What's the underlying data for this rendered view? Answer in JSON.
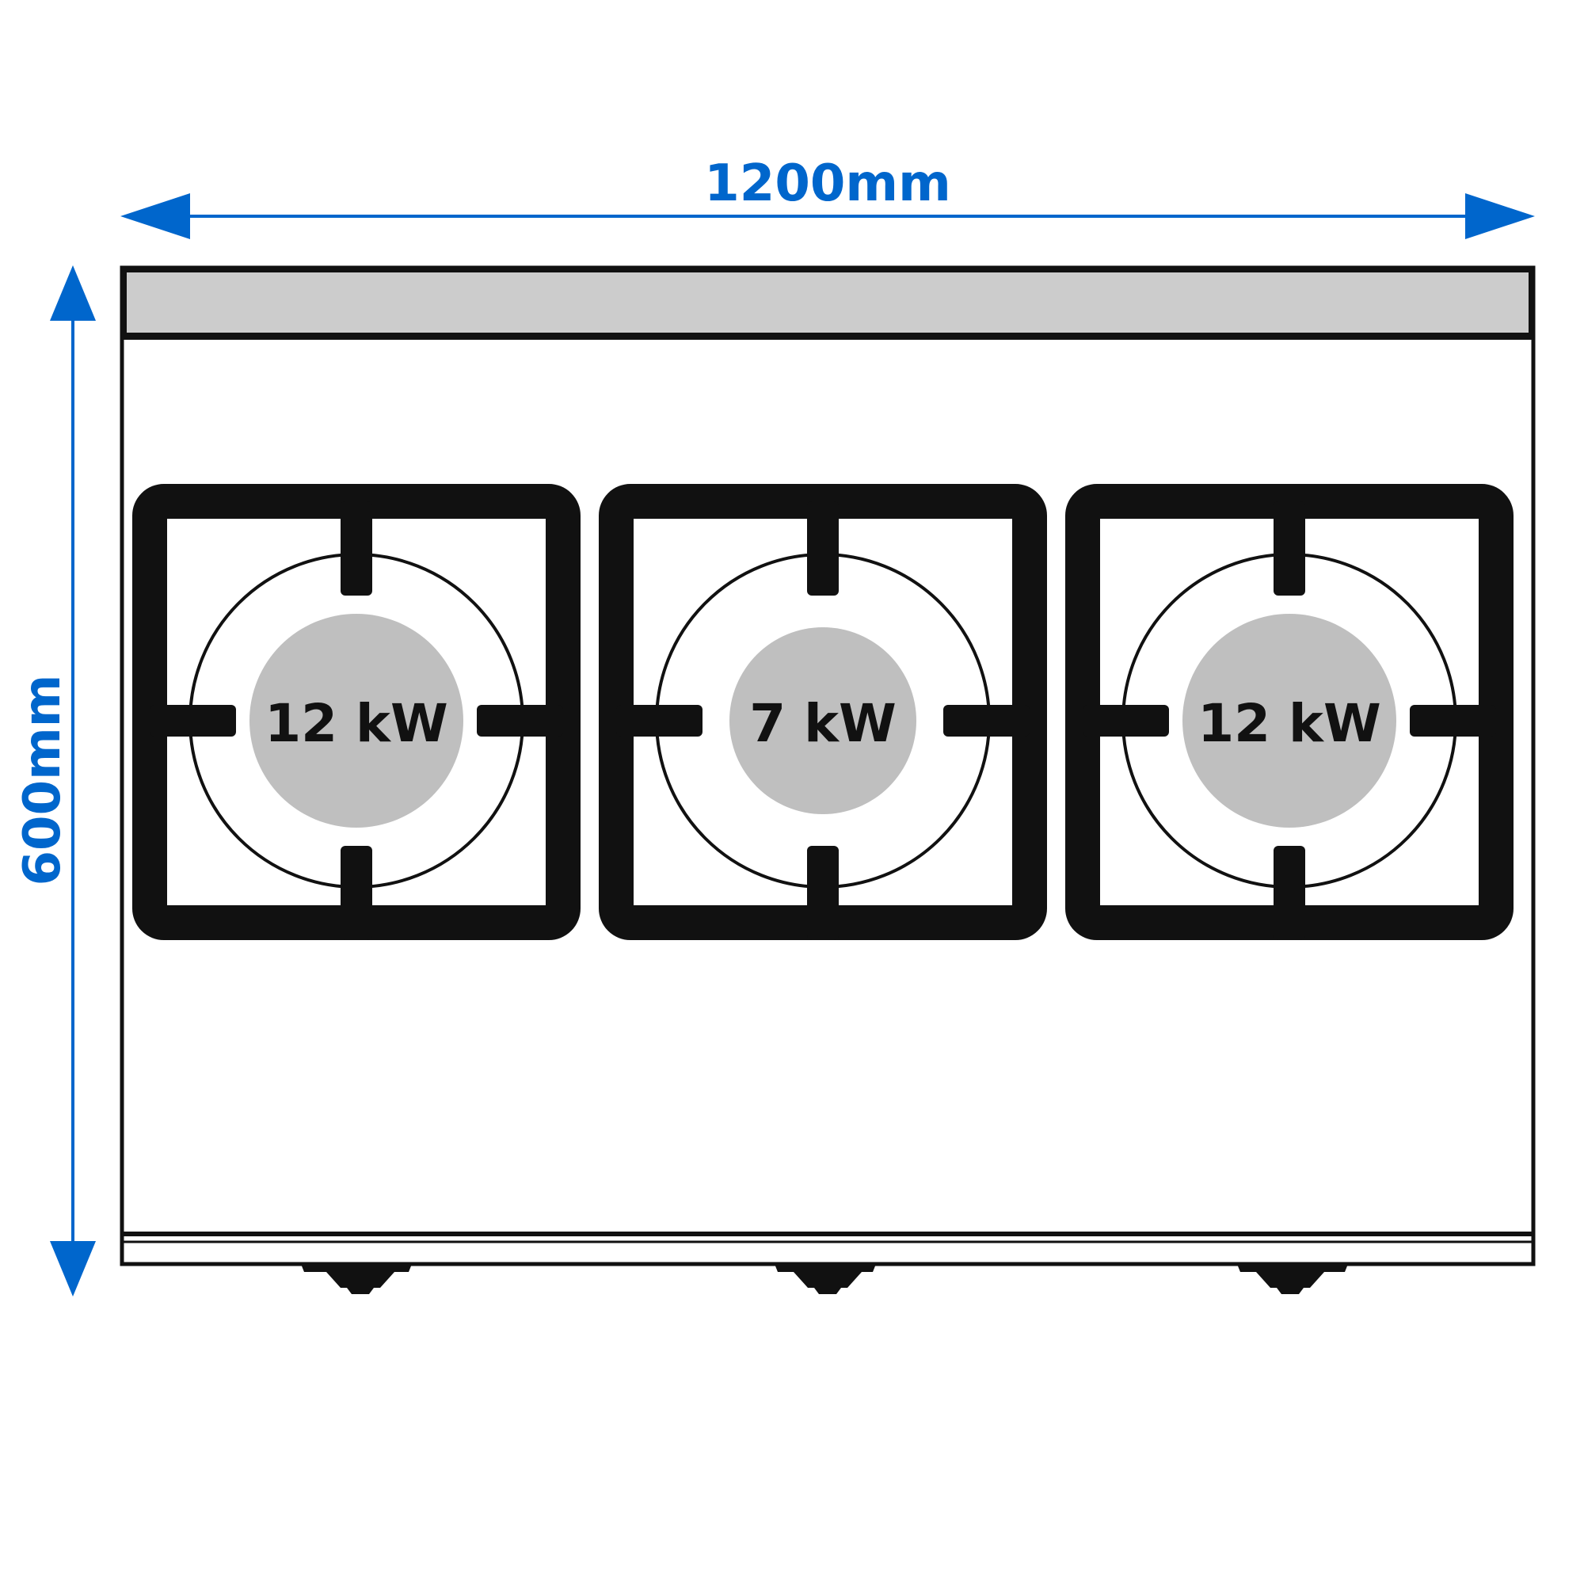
{
  "dimensions": {
    "width_label": "1200mm",
    "depth_label": "600mm"
  },
  "burners": [
    {
      "power_label": "12 kW",
      "size": "large"
    },
    {
      "power_label": "7 kW",
      "size": "small"
    },
    {
      "power_label": "12 kW",
      "size": "large"
    }
  ],
  "colors": {
    "dimension": "#0066cc",
    "outline": "#111111",
    "back_panel": "#cccccc",
    "burner_cap": "#bfbfbf"
  }
}
